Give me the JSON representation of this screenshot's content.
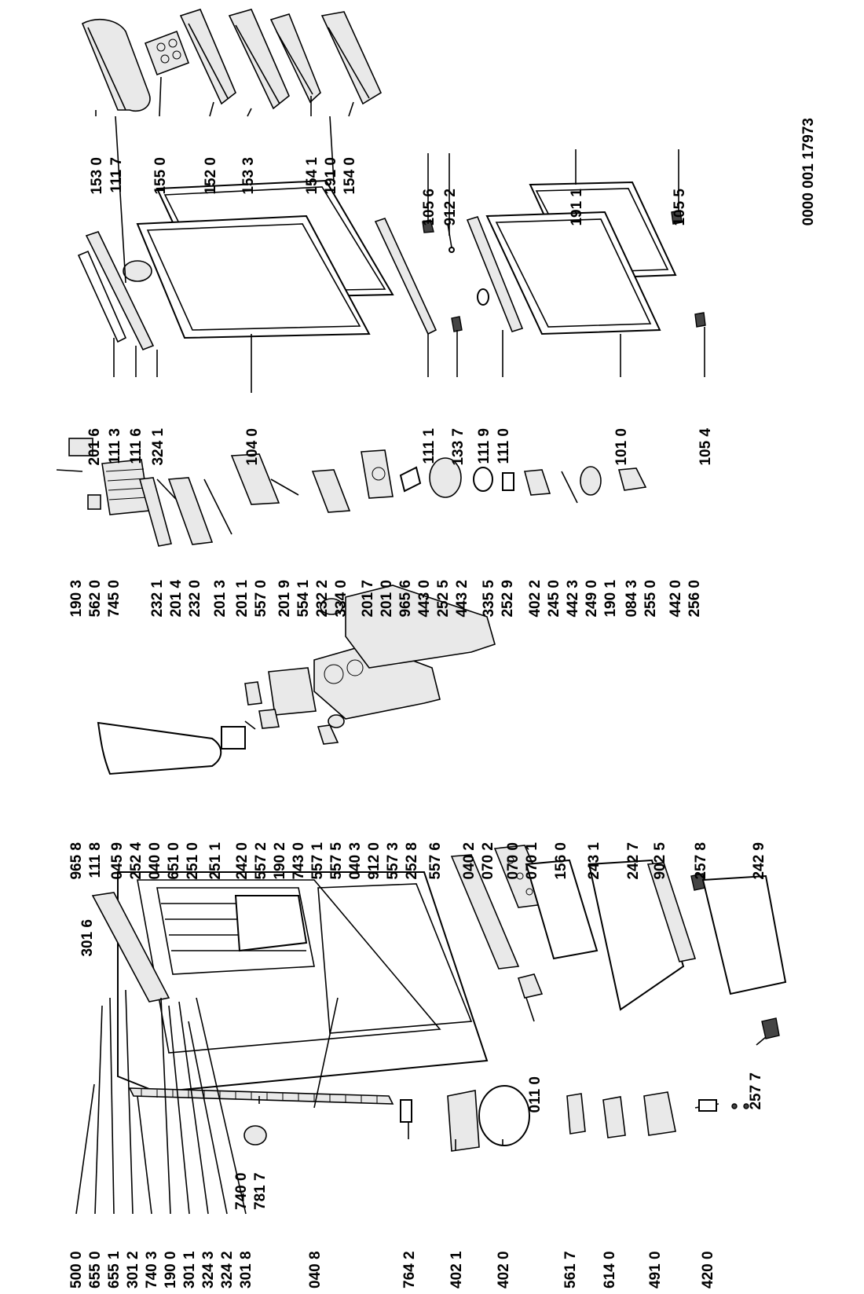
{
  "drawing_number": "0000 001 17973",
  "part_labels": {
    "p1530": "153 0",
    "p1117": "111 7",
    "p1550": "155 0",
    "p1520": "152 0",
    "p1533": "153 3",
    "p1541": "154 1",
    "p1910": "191 0",
    "p1540": "154 0",
    "p1056": "105 6",
    "p9122": "912 2",
    "p1911": "191 1",
    "p1055": "105 5",
    "p2016": "201 6",
    "p1113": "111 3",
    "p1116": "111 6",
    "p3241": "324 1",
    "p1040": "104 0",
    "p1111": "111 1",
    "p1337": "133 7",
    "p1119": "111 9",
    "p1110": "111 0",
    "p1010": "101 0",
    "p1054": "105 4",
    "p1903": "190 3",
    "p5620": "562 0",
    "p7450": "745 0",
    "p2321": "232 1",
    "p2014": "201 4",
    "p2320": "232 0",
    "p2013": "201 3",
    "p2011": "201 1",
    "p5570": "557 0",
    "p2019": "201 9",
    "p5541": "554 1",
    "p2322": "232 2",
    "p3340": "334 0",
    "p2017": "201 7",
    "p2010": "201 0",
    "p9656": "965 6",
    "p4430": "443 0",
    "p2525": "252 5",
    "p4432": "443 2",
    "p3355": "335 5",
    "p2529": "252 9",
    "p4022": "402 2",
    "p2450": "245 0",
    "p4423": "442 3",
    "p2490": "249 0",
    "p1901": "190 1",
    "p0843": "084 3",
    "p2550": "255 0",
    "p4420": "442 0",
    "p2560": "256 0",
    "p9658": "965 8",
    "p1118": "111 8",
    "p0459": "045 9",
    "p2524": "252 4",
    "p0400": "040 0",
    "p6510": "651 0",
    "p2510": "251 0",
    "p2511": "251 1",
    "p2420": "242 0",
    "p5572": "557 2",
    "p1902": "190 2",
    "p7430": "743 0",
    "p5571": "557 1",
    "p5575": "557 5",
    "p0403": "040 3",
    "p9120": "912 0",
    "p5573": "557 3",
    "p2528": "252 8",
    "p5576": "557 6",
    "p0402": "040 2",
    "p0702": "070 2",
    "p0700": "070 0",
    "p0701": "070 1",
    "p1560": "156 0",
    "p2431": "243 1",
    "p2427": "242 7",
    "p9025": "902 5",
    "p2578": "257 8",
    "p2429": "242 9",
    "p3016": "301 6",
    "p5000": "500 0",
    "p6550": "655 0",
    "p6551": "655 1",
    "p3012": "301 2",
    "p7403": "740 3",
    "p1900": "190 0",
    "p3011": "301 1",
    "p3243": "324 3",
    "p3242": "324 2",
    "p3018": "301 8",
    "p7400": "740 0",
    "p7817": "781 7",
    "p0408": "040 8",
    "p7642": "764 2",
    "p4021": "402 1",
    "p4020": "402 0",
    "p5617": "561 7",
    "p6140": "614 0",
    "p4910": "491 0",
    "p4200": "420 0",
    "p0110": "011 0",
    "p2577": "257 7"
  }
}
